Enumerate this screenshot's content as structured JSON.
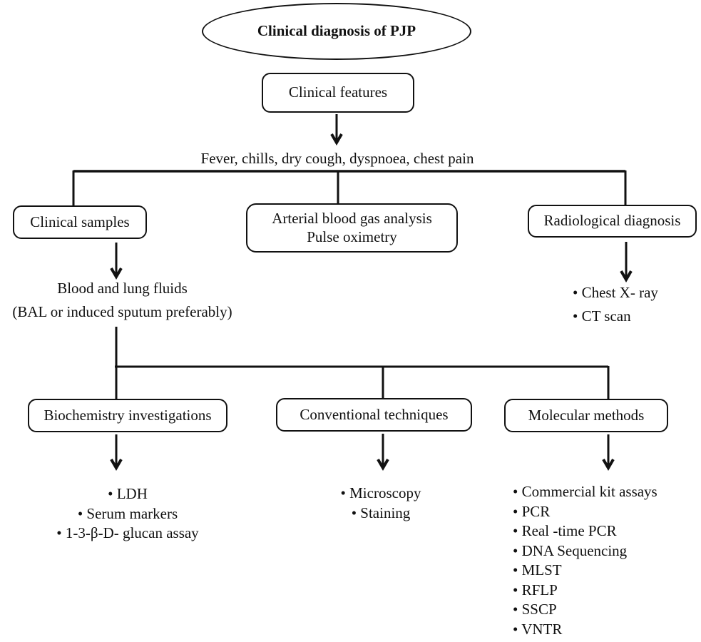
{
  "diagram": {
    "root": {
      "label": "Clinical diagnosis of PJP"
    },
    "clinical_features": {
      "label": "Clinical features"
    },
    "symptoms": {
      "label": "Fever, chills, dry cough, dyspnoea, chest pain"
    },
    "branch1": {
      "clinical_samples": {
        "label": "Clinical samples",
        "result_line1": "Blood and lung fluids",
        "result_line2": "(BAL or induced sputum preferably)"
      },
      "arterial": {
        "line1": "Arterial blood gas analysis",
        "line2": "Pulse oximetry"
      },
      "radiological": {
        "label": "Radiological diagnosis",
        "items": [
          "• Chest X- ray",
          "• CT scan"
        ]
      }
    },
    "branch2": {
      "biochemistry": {
        "label": "Biochemistry investigations",
        "items": [
          "• LDH",
          "• Serum markers",
          "• 1-3-β-D- glucan assay"
        ]
      },
      "conventional": {
        "label": "Conventional techniques",
        "items": [
          "• Microscopy",
          "• Staining"
        ]
      },
      "molecular": {
        "label": "Molecular methods",
        "items": [
          "• Commercial kit assays",
          "• PCR",
          "• Real -time PCR",
          "• DNA Sequencing",
          "• MLST",
          "• RFLP",
          "• SSCP",
          "• VNTR"
        ]
      }
    }
  },
  "colors": {
    "ink": "#111111",
    "background": "#ffffff"
  }
}
